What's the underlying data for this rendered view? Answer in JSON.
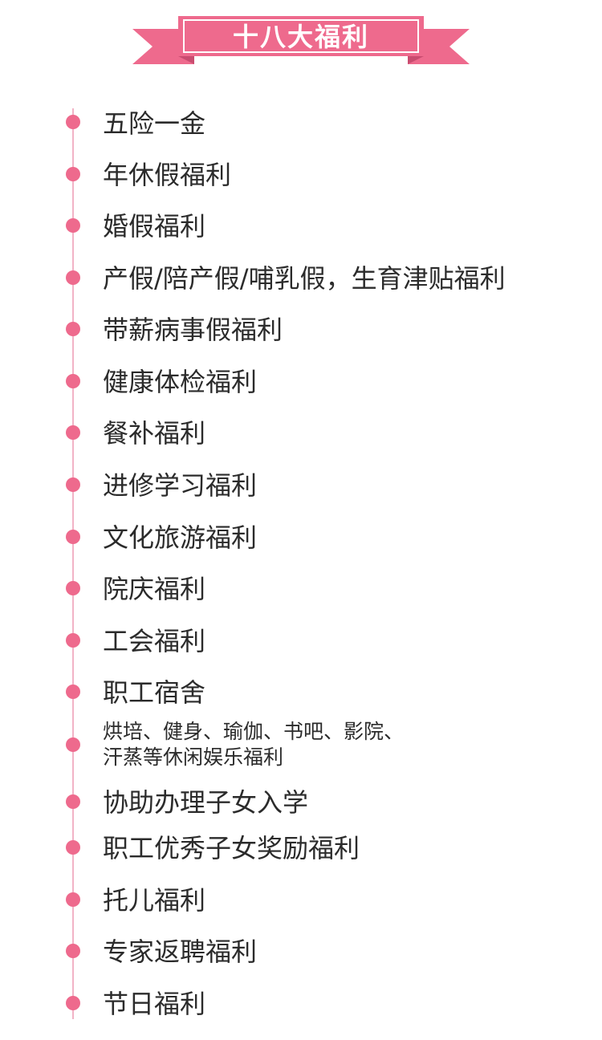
{
  "banner": {
    "title": "十八大福利",
    "color": "#ee6a8d"
  },
  "timeline": {
    "dot_color": "#ee6a8d",
    "line_color": "#f2b3c6"
  },
  "benefits": [
    {
      "label": "五险一金"
    },
    {
      "label": "年休假福利"
    },
    {
      "label": "婚假福利"
    },
    {
      "label": "产假/陪产假/哺乳假，生育津贴福利"
    },
    {
      "label": "带薪病事假福利"
    },
    {
      "label": "健康体检福利"
    },
    {
      "label": "餐补福利"
    },
    {
      "label": "进修学习福利"
    },
    {
      "label": "文化旅游福利"
    },
    {
      "label": "院庆福利"
    },
    {
      "label": "工会福利"
    },
    {
      "label": "职工宿舍"
    },
    {
      "label_line1": "烘培、健身、瑜伽、书吧、影院、",
      "label_line2": "汗蒸等休闲娱乐福利"
    },
    {
      "label": "协助办理子女入学"
    },
    {
      "label": "职工优秀子女奖励福利"
    },
    {
      "label": "托儿福利"
    },
    {
      "label": "专家返聘福利"
    },
    {
      "label": "节日福利"
    }
  ]
}
